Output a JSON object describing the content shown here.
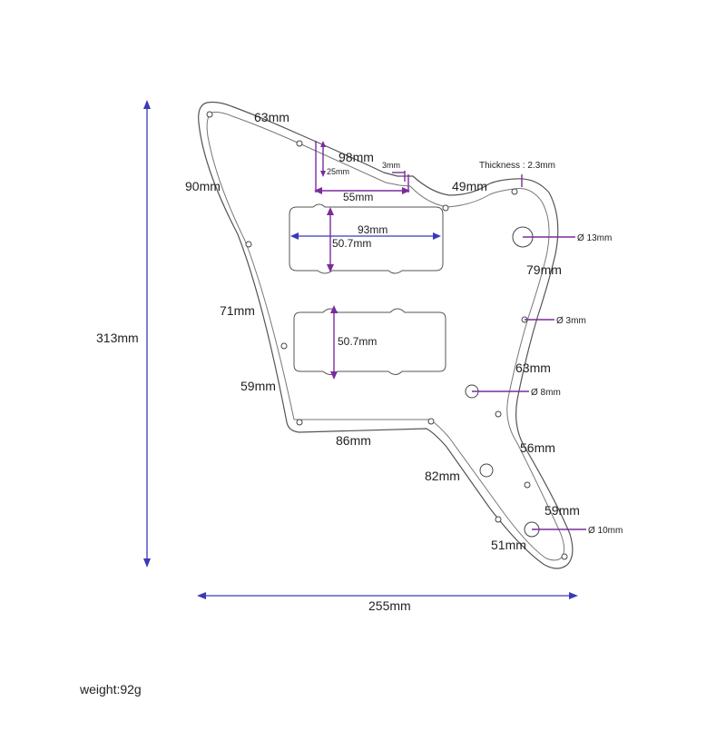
{
  "overall": {
    "height_label": "313mm",
    "width_label": "255mm",
    "weight_label": "weight:92g",
    "thickness_label": "Thickness : 2.3mm"
  },
  "edges": {
    "top_left": "63mm",
    "top_step": "98mm",
    "top_right": "49mm",
    "left_upper": "90mm",
    "left_middle": "71mm",
    "left_lower": "59mm",
    "bottom": "86mm",
    "lower_diag": "82mm",
    "right_upper": "79mm",
    "right_middle": "63mm",
    "right_lower": "56mm",
    "tail_right": "59mm",
    "tail_bottom": "51mm"
  },
  "cutout": {
    "depth": "25mm",
    "width": "55mm",
    "notch": "3mm"
  },
  "pickups": {
    "neck_length": "93mm",
    "neck_width": "50.7mm",
    "bridge_width": "50.7mm"
  },
  "holes": {
    "large": "Ø 13mm",
    "screw": "Ø 3mm",
    "medium": "Ø 8mm",
    "tail": "Ø 10mm"
  }
}
